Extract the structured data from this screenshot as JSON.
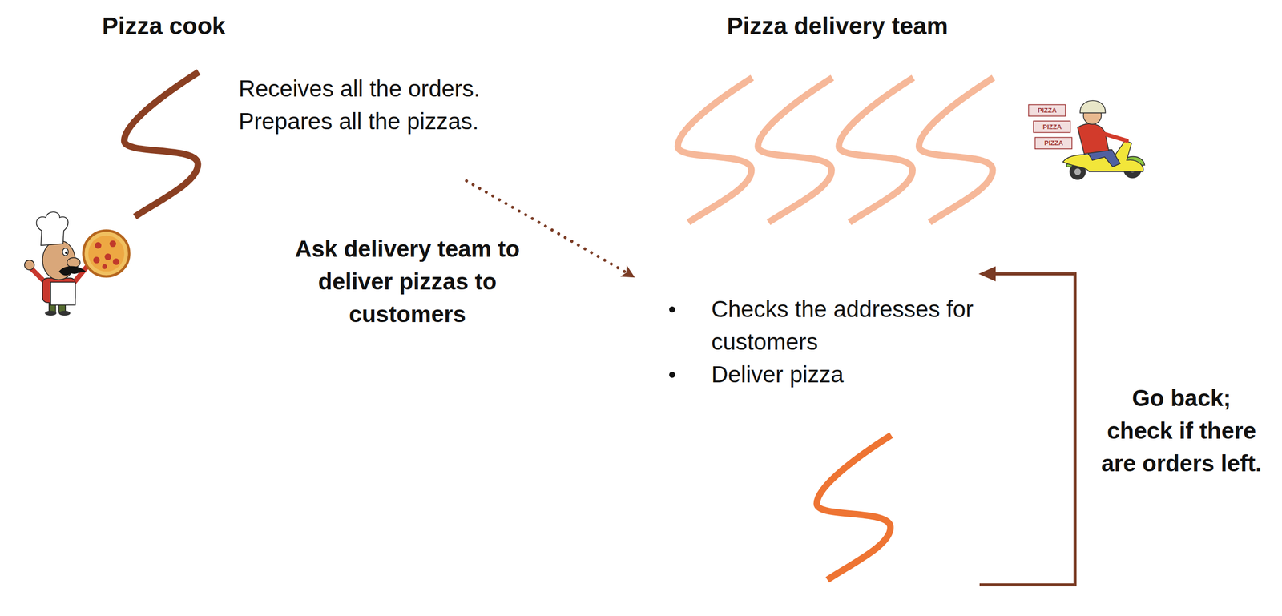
{
  "diagram": {
    "nodes": [
      {
        "text": [
          "Receives all the orders. Prepares all the pizzas."
        ]
      },
      {
        "text": [
          "Checks the addresses for customers",
          "Deliver pizza"
        ]
      }
    ],
    "edges": [
      {
        "from": 0,
        "to": 1,
        "arrow": "to",
        "label": "Ask delivery team to deliver pizzas to customers"
      }
    ],
    "labels": [
      "Pizza cook",
      "Pizza delivery team",
      "Go back; check if there are orders left.",
      "PIZZA",
      "PIZZA",
      "PIZZA"
    ]
  }
}
